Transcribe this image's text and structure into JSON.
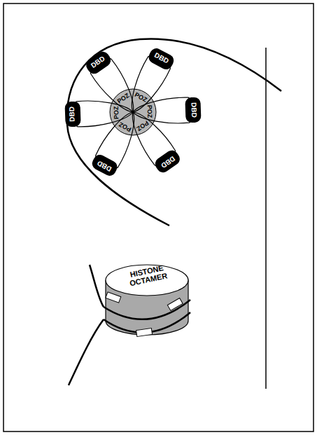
{
  "diagram": {
    "nodes": [
      {
        "text": [
          "DBD",
          "POZ"
        ]
      },
      {
        "text": [
          "DBD",
          "POZ"
        ]
      },
      {
        "text": [
          "DBD",
          "POZ"
        ]
      },
      {
        "text": [
          "DBD",
          "POZ"
        ]
      },
      {
        "text": [
          "DBD",
          "POZ"
        ]
      },
      {
        "text": [
          "DBD",
          "POZ"
        ]
      },
      {
        "text": [
          "HISTONE OCTAMER"
        ]
      }
    ]
  }
}
